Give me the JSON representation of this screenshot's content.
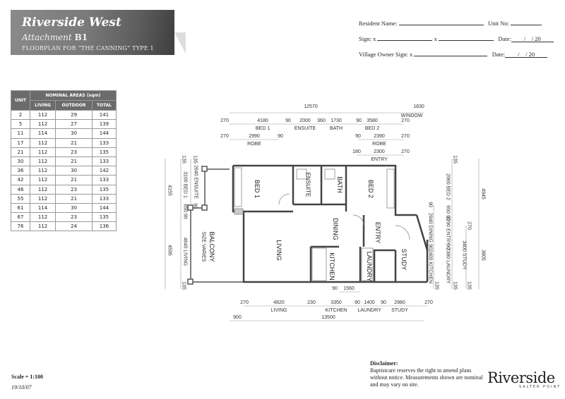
{
  "header": {
    "title": "Riverside West",
    "attachment_prefix": "Attachment",
    "attachment_id": "B1",
    "subtitle": "FLOORPLAN FOR “THE CANNING” TYPE 1"
  },
  "form": {
    "resident_name": "Resident Name:",
    "unit_no": "Unit No:",
    "sign": "Sign: x",
    "sign_x2": "x",
    "date": "Date:",
    "date_sep": "/",
    "date_year": "/ 20",
    "village_owner_sign": "Village Owner Sign: x"
  },
  "areas_table": {
    "header_unit": "UNIT",
    "header_group": "NOMINAL AREAS (sqm)",
    "columns": [
      "LIVING",
      "OUTDOOR",
      "TOTAL"
    ],
    "rows": [
      [
        "2",
        "112",
        "29",
        "141"
      ],
      [
        "5",
        "112",
        "27",
        "139"
      ],
      [
        "11",
        "114",
        "30",
        "144"
      ],
      [
        "17",
        "112",
        "21",
        "133"
      ],
      [
        "21",
        "112",
        "23",
        "135"
      ],
      [
        "30",
        "112",
        "21",
        "133"
      ],
      [
        "36",
        "112",
        "30",
        "142"
      ],
      [
        "42",
        "112",
        "21",
        "133"
      ],
      [
        "46",
        "112",
        "23",
        "135"
      ],
      [
        "55",
        "112",
        "21",
        "133"
      ],
      [
        "61",
        "114",
        "30",
        "144"
      ],
      [
        "67",
        "112",
        "23",
        "135"
      ],
      [
        "76",
        "112",
        "24",
        "136"
      ]
    ]
  },
  "rooms": {
    "bed1": "BED 1",
    "ensuite": "ENSUITE",
    "bath": "BATH",
    "bed2": "BED 2",
    "dining": "DINING",
    "living": "LIVING",
    "balcony": "BALCONY",
    "balcony_note": "SIZE VARIES",
    "entry": "ENTRY",
    "study": "STUDY",
    "kitchen": "KITCHEN",
    "laundry": "LAUNDRY"
  },
  "dims": {
    "top": {
      "overall": "12570",
      "window": "1830",
      "window_label": "WINDOW",
      "r2": [
        "270",
        "4180",
        "BED 1",
        "90",
        "2000",
        "ENSUITE",
        "360",
        "1730",
        "BATH",
        "90",
        "3580",
        "BED 2",
        "270"
      ],
      "r3": [
        "270",
        "2990",
        "ROBE",
        "90",
        "90",
        "2390",
        "ROBE",
        "270"
      ],
      "r4": [
        "180",
        "2300",
        "ENTRY",
        "270"
      ]
    },
    "bottom": {
      "r1": [
        "90",
        "1560"
      ],
      "r2": [
        "270",
        "4820",
        "LIVING",
        "230",
        "3350",
        "KITCHEN",
        "90",
        "1400",
        "LAUNDRY",
        "90",
        "2980",
        "STUDY",
        "270"
      ],
      "r3": [
        "900",
        "13500"
      ]
    },
    "left": {
      "a": [
        "4155",
        "4595"
      ],
      "b": [
        "135",
        "3100 BED 1",
        "650 90",
        "4640 LIVING",
        "135"
      ],
      "c": [
        "135",
        "2640 ENSUITE",
        "90"
      ]
    },
    "right": {
      "a": [
        "90",
        "2940 DINING",
        "90",
        "2400 KITCHEN",
        "135"
      ],
      "b": [
        "135",
        "2960 BED 2",
        "650 90",
        "2290 ENTRY",
        "90",
        "2380 LAUNDRY",
        "135"
      ],
      "c": [
        "270",
        "3400 STUDY",
        "135"
      ],
      "d": [
        "4945",
        "3805"
      ]
    }
  },
  "footer": {
    "scale": "Scale = 1:100",
    "date": "19/10/07",
    "disclaimer_title": "Disclaimer:",
    "disclaimer": "Baptistcare reserves the right to amend plans without notice. Measurements shown are nominal and may vary on site.",
    "logo": "Riverside",
    "logo_sub": "SALTER POINT"
  }
}
